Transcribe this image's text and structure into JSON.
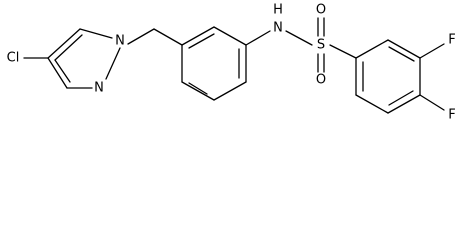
{
  "structure": {
    "atoms": {
      "cl": "Cl",
      "n_pyrazole_1": "N",
      "n_pyrazole_2": "N",
      "n_sulfonamide": "N",
      "h_sulfonamide": "H",
      "s": "S",
      "o_top": "O",
      "o_bottom": "O",
      "f_3": "F",
      "f_4": "F"
    }
  }
}
